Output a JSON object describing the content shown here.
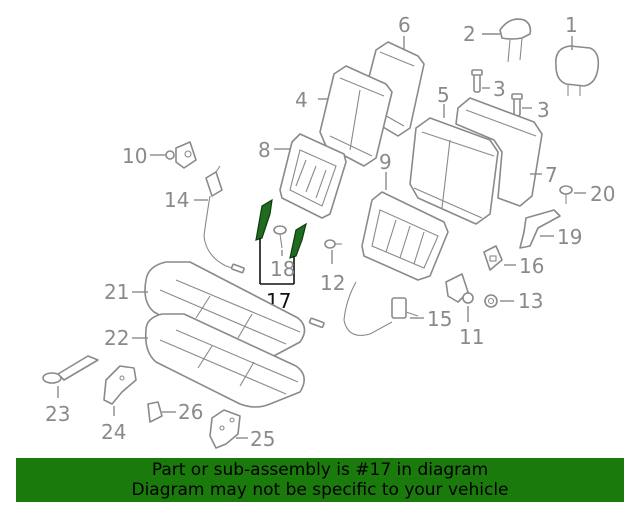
{
  "labels": {
    "l1": "1",
    "l2": "2",
    "l3a": "3",
    "l3b": "3",
    "l4": "4",
    "l5": "5",
    "l6": "6",
    "l7": "7",
    "l8": "8",
    "l9": "9",
    "l10": "10",
    "l11": "11",
    "l12": "12",
    "l13": "13",
    "l14": "14",
    "l15": "15",
    "l16": "16",
    "l17": "17",
    "l18": "18",
    "l19": "19",
    "l20": "20",
    "l21": "21",
    "l22": "22",
    "l23": "23",
    "l24": "24",
    "l25": "25",
    "l26": "26"
  },
  "highlight_color": "#1f6b1f",
  "banner": {
    "line1": "Part or sub-assembly is #17 in diagram",
    "line2": "Diagram may not be specific to your vehicle",
    "background": "#1b7a0c"
  }
}
